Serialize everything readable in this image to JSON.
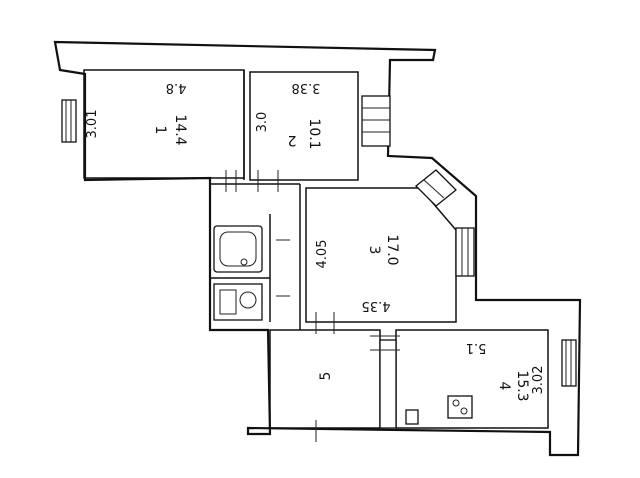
{
  "rooms": [
    {
      "id": "1",
      "area": "14.4",
      "width": "3.01",
      "length": "4.8"
    },
    {
      "id": "2",
      "area": "10.1",
      "width": "3.0",
      "length": "3.38"
    },
    {
      "id": "3",
      "area": "17.0",
      "width": "4.05",
      "length": "4.35"
    },
    {
      "id": "4",
      "area": "15.3",
      "width": "3.02",
      "length": "5.1"
    },
    {
      "id": "5"
    }
  ]
}
